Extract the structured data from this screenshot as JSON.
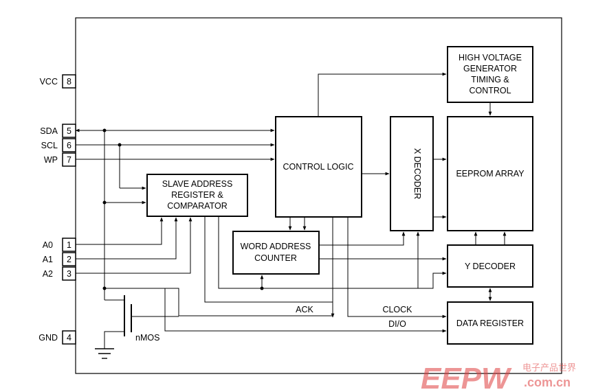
{
  "pins": [
    {
      "name": "VCC",
      "number": "8"
    },
    {
      "name": "SDA",
      "number": "5"
    },
    {
      "name": "SCL",
      "number": "6"
    },
    {
      "name": "WP",
      "number": "7"
    },
    {
      "name": "A0",
      "number": "1"
    },
    {
      "name": "A1",
      "number": "2"
    },
    {
      "name": "A2",
      "number": "3"
    },
    {
      "name": "GND",
      "number": "4"
    }
  ],
  "blocks": {
    "hv": [
      "HIGH VOLTAGE",
      "GENERATOR",
      "TIMING &",
      "CONTROL"
    ],
    "control": "CONTROL LOGIC",
    "xdec": "X DECODER",
    "eeprom": "EEPROM ARRAY",
    "slave": [
      "SLAVE ADDRESS",
      "REGISTER &",
      "COMPARATOR"
    ],
    "word": [
      "WORD ADDRESS",
      "COUNTER"
    ],
    "ydec": "Y DECODER",
    "datareg": "DATA REGISTER"
  },
  "signals": {
    "ack": "ACK",
    "clock": "CLOCK",
    "dio": "DI/O",
    "nmos": "nMOS"
  },
  "watermark": {
    "logo": "EEPW",
    "url": ".com.cn",
    "cn": "电子产品世界"
  }
}
